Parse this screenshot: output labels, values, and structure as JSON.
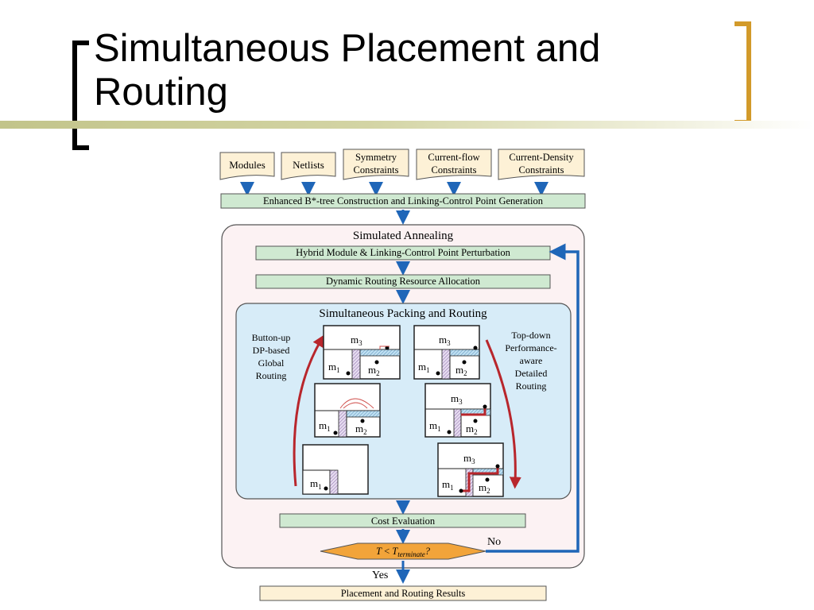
{
  "slide": {
    "title_line1": "Simultaneous Placement and",
    "title_line2": "Routing"
  },
  "colors": {
    "bracket": "#d29a2a",
    "rule": "#c2c48a",
    "process_fill": "#cfe9d1",
    "input_fill": "#fdf1d6",
    "annealing_fill": "#fcf2f3",
    "packing_fill": "#d7ecf8",
    "arrow_blue": "#1f66b8",
    "arrow_red": "#b8262c",
    "decision_fill": "#f2a43a"
  },
  "diagram": {
    "inputs": [
      {
        "line1": "Modules",
        "line2": ""
      },
      {
        "line1": "Netlists",
        "line2": ""
      },
      {
        "line1": "Symmetry",
        "line2": "Constraints"
      },
      {
        "line1": "Current-flow",
        "line2": "Constraints"
      },
      {
        "line1": "Current-Density",
        "line2": "Constraints"
      }
    ],
    "construction": "Enhanced B*-tree Construction and Linking-Control Point Generation",
    "annealing_title": "Simulated Annealing",
    "perturbation": "Hybrid Module & Linking-Control Point Perturbation",
    "allocation": "Dynamic Routing Resource Allocation",
    "packing_title": "Simultaneous Packing and Routing",
    "left_note": [
      "Button-up",
      "DP-based",
      "Global",
      "Routing"
    ],
    "right_note": [
      "Top-down",
      "Performance-",
      "aware",
      "Detailed",
      "Routing"
    ],
    "module_labels": {
      "m1": "m",
      "m2": "m",
      "m3": "m",
      "sub1": "1",
      "sub2": "2",
      "sub3": "3"
    },
    "cost": "Cost Evaluation",
    "decision": {
      "T": "T",
      "lt": " < ",
      "Tsub": "T",
      "sub": "terminate",
      "q": "?"
    },
    "no_label": "No",
    "yes_label": "Yes",
    "results": "Placement and Routing Results"
  }
}
